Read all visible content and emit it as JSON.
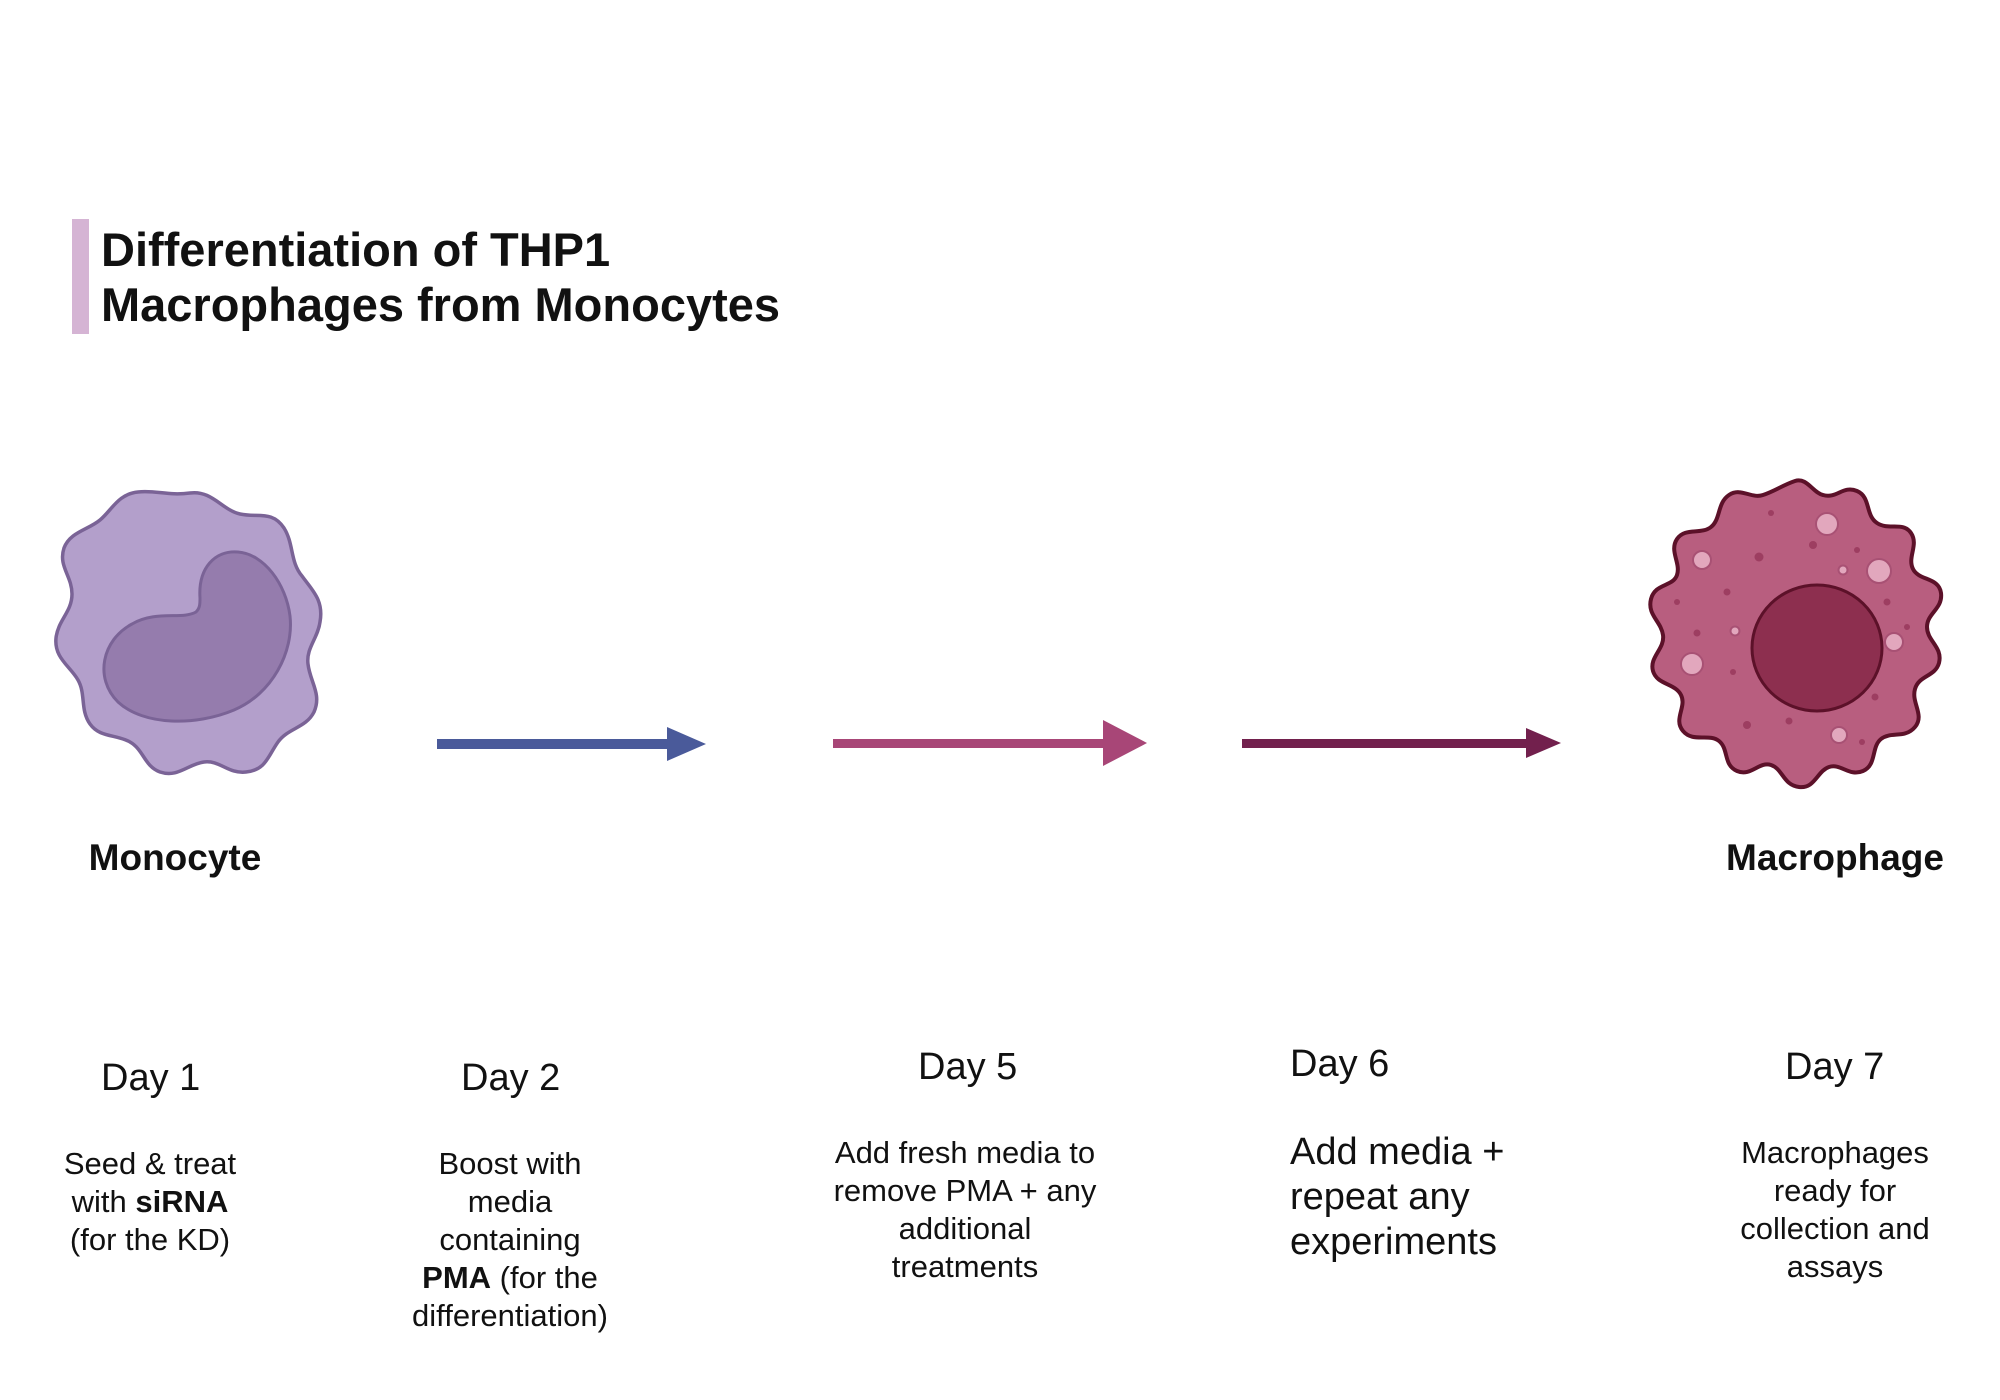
{
  "title": {
    "line1": "Differentiation of THP1",
    "line2": "Macrophages from Monocytes"
  },
  "colors": {
    "title_bar": "#d5b4d4",
    "monocyte_body": "#b39fcb",
    "monocyte_outline": "#7a6396",
    "monocyte_nucleus": "#957cad",
    "macrophage_body": "#b85e7f",
    "macrophage_outline": "#5c1129",
    "macrophage_nucleus": "#8d2f4f",
    "arrow_1": "#4a5a9a",
    "arrow_2": "#a84677",
    "arrow_3": "#72204d"
  },
  "cells": {
    "monocyte": {
      "label": "Monocyte",
      "icon": "monocyte-cell-icon"
    },
    "macrophage": {
      "label": "Macrophage",
      "icon": "macrophage-cell-icon"
    }
  },
  "steps": [
    {
      "day": "Day 1",
      "lines": [
        "Seed & treat",
        "with ",
        "siRNA",
        "(for the KD)"
      ]
    },
    {
      "day": "Day 2",
      "lines": [
        "Boost with",
        "media",
        "containing",
        "PMA",
        " (for the",
        "differentiation)"
      ]
    },
    {
      "day": "Day 5",
      "lines": [
        "Add fresh media to",
        "remove PMA + any",
        "additional",
        "treatments"
      ]
    },
    {
      "day": "Day 6",
      "lines": [
        "Add media +",
        "repeat any",
        "experiments"
      ]
    },
    {
      "day": "Day 7",
      "lines": [
        "Macrophages",
        "ready for",
        "collection and",
        "assays"
      ]
    }
  ]
}
